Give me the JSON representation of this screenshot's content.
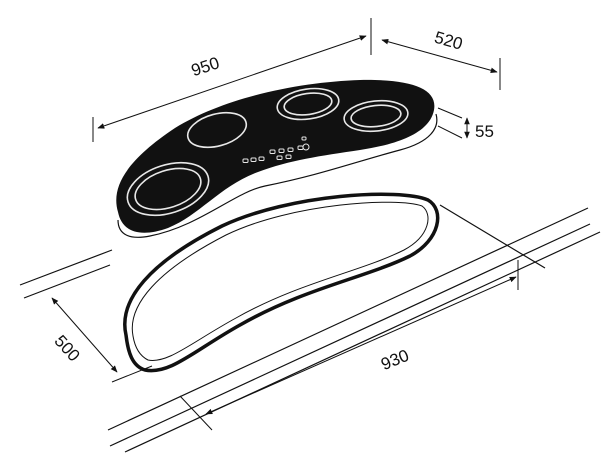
{
  "dimensions": {
    "length_top": "950",
    "depth_top": "520",
    "thickness": "55",
    "cutout_depth": "500",
    "cutout_length": "930"
  },
  "colors": {
    "glass": "#111111",
    "ring": "#e8e8e8",
    "line": "#111111",
    "background": "#ffffff"
  }
}
